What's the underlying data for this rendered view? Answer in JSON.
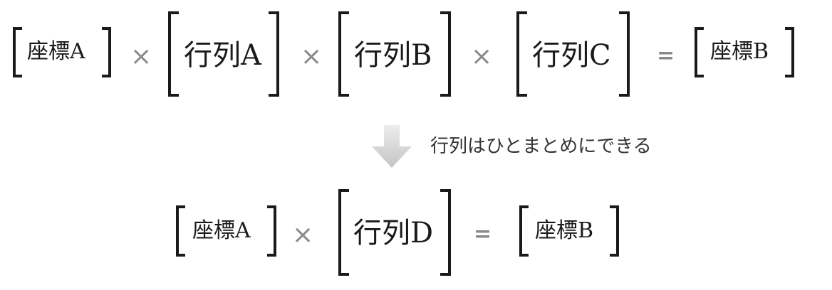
{
  "row1": {
    "items": [
      {
        "label": "座標A"
      },
      {
        "label": "行列A"
      },
      {
        "label": "行列B"
      },
      {
        "label": "行列C"
      },
      {
        "label": "座標B"
      }
    ],
    "operators": [
      "×",
      "×",
      "×",
      "="
    ]
  },
  "note": "行列はひとまとめにできる",
  "row2": {
    "items": [
      {
        "label": "座標A"
      },
      {
        "label": "行列D"
      },
      {
        "label": "座標B"
      }
    ],
    "operators": [
      "×",
      "="
    ]
  },
  "colors": {
    "bracket": "#1a1a1a",
    "operator": "#8a8a8a",
    "arrow": "#c8c8c8"
  }
}
